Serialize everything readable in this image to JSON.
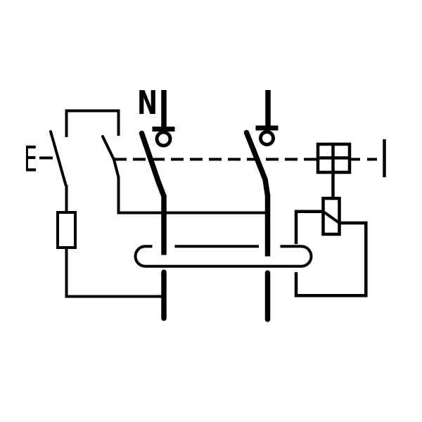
{
  "diagram": {
    "kind": "electrical-schematic",
    "subject": "two-pole residual current device (RCD) internal wiring symbol",
    "labels": {
      "neutral_pole": "N",
      "test_button": "E"
    },
    "colors": {
      "line": "#000000",
      "background": "#ffffff"
    },
    "components": [
      "neutral-supply-terminal",
      "phase-supply-terminal",
      "pole-switch-blade-left",
      "pole-switch-blade-right",
      "current-transformer-toroid",
      "test-button-symbol",
      "test-contact-pair",
      "test-resistor",
      "mechanical-linkage-dashed-line",
      "trip-sensor-cross-box",
      "trip-release-coil",
      "trip-release-enclosure",
      "linkage-end-bar"
    ]
  }
}
